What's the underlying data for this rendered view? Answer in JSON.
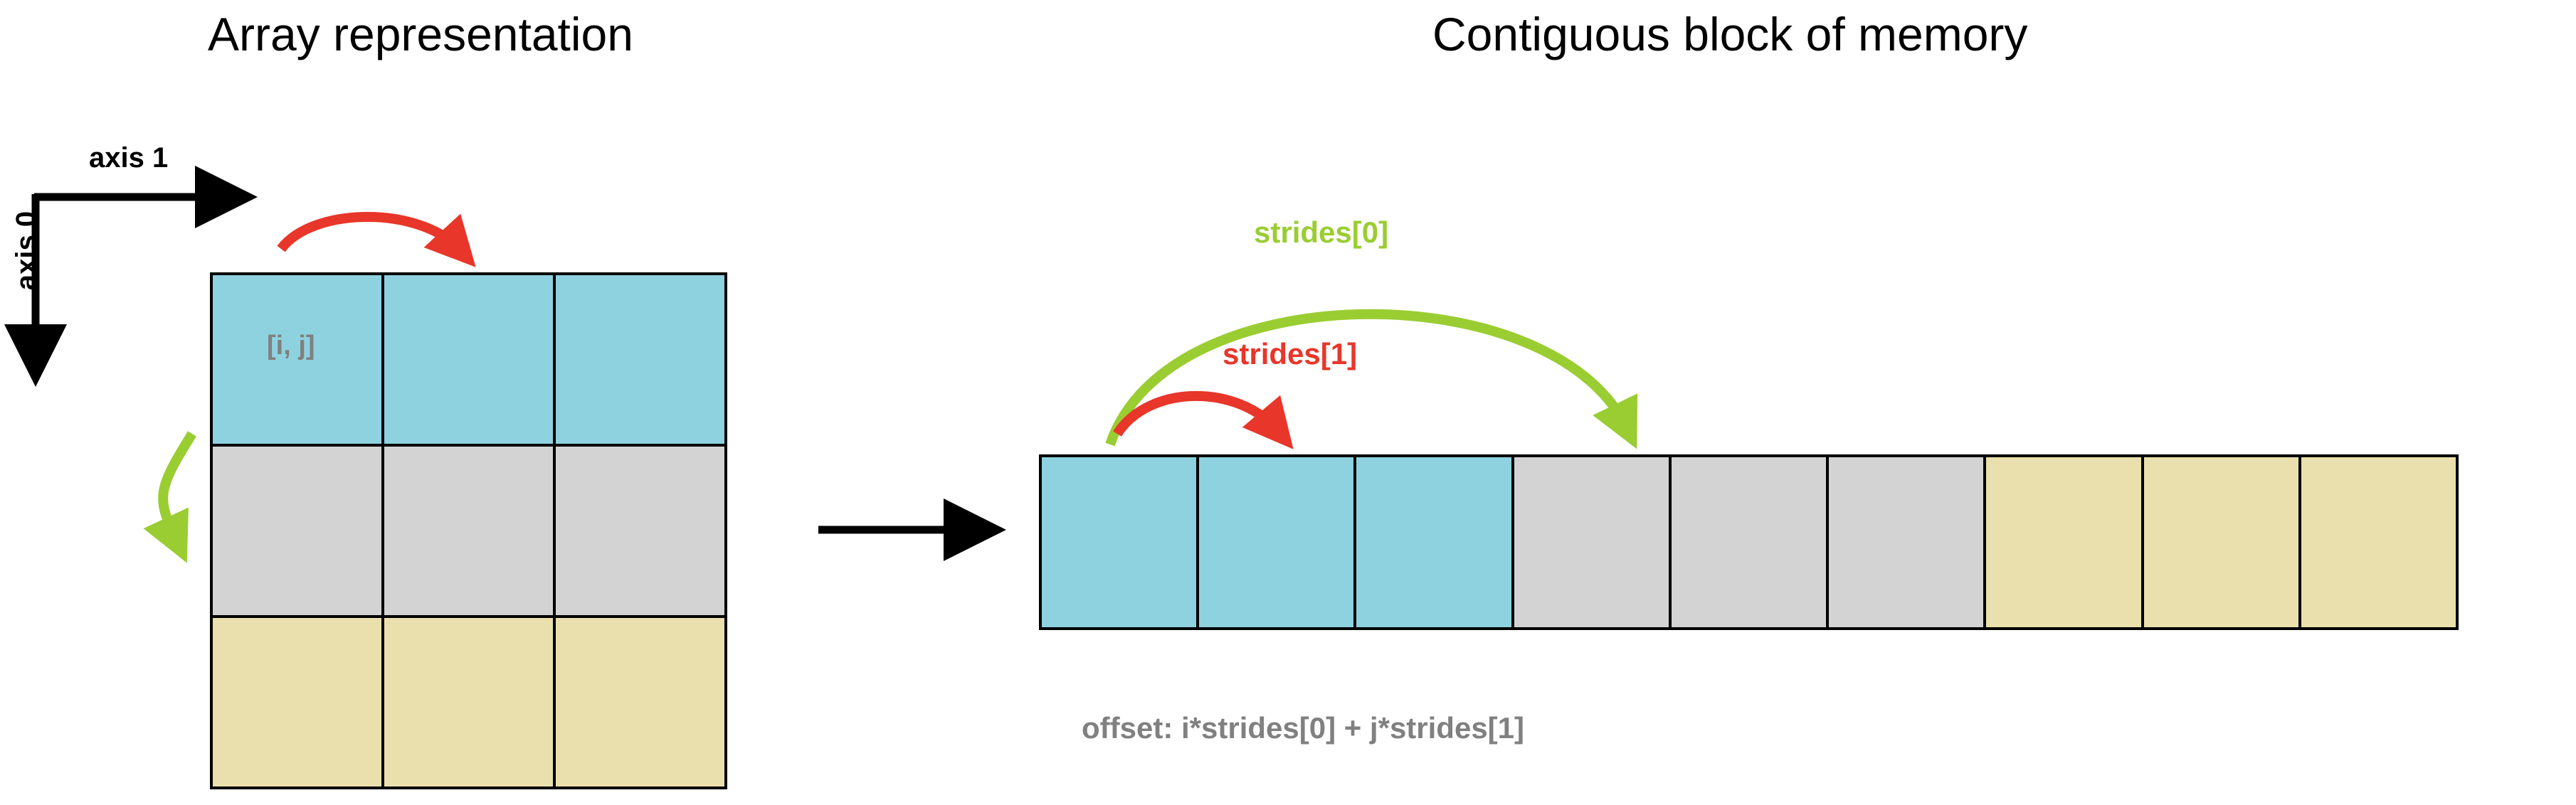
{
  "titles": {
    "left": "Array representation",
    "right": "Contiguous block of memory"
  },
  "axes": {
    "axis1": "axis 1",
    "axis0": "axis 0"
  },
  "array": {
    "rows": 3,
    "cols": 3,
    "index_label": "[i, j]",
    "row_colors": [
      "#8ED2E0",
      "#D3D3D3",
      "#EAE0AE"
    ],
    "border_color": "#000000"
  },
  "memory": {
    "cells": 9,
    "cell_colors": [
      "#8ED2E0",
      "#8ED2E0",
      "#8ED2E0",
      "#D3D3D3",
      "#D3D3D3",
      "#D3D3D3",
      "#EAE0AE",
      "#EAE0AE",
      "#EAE0AE"
    ],
    "border_color": "#000000"
  },
  "annotations": {
    "strides0": "strides[0]",
    "strides1": "strides[1]",
    "offset": "offset: i*strides[0] + j*strides[1]"
  },
  "colors": {
    "green_arrow": "#9ACD32",
    "red_arrow": "#E8362A",
    "black": "#000000",
    "gray_text": "#808080"
  },
  "icons": {
    "transform_arrow": "right-arrow-icon",
    "axis1_arrow": "axis1-arrow-icon",
    "axis0_arrow": "axis0-arrow-icon",
    "array_red_arrow": "array-column-arrow-icon",
    "array_green_arrow": "array-row-arrow-icon",
    "memory_green_arrow": "strides0-arrow-icon",
    "memory_red_arrow": "strides1-arrow-icon"
  }
}
